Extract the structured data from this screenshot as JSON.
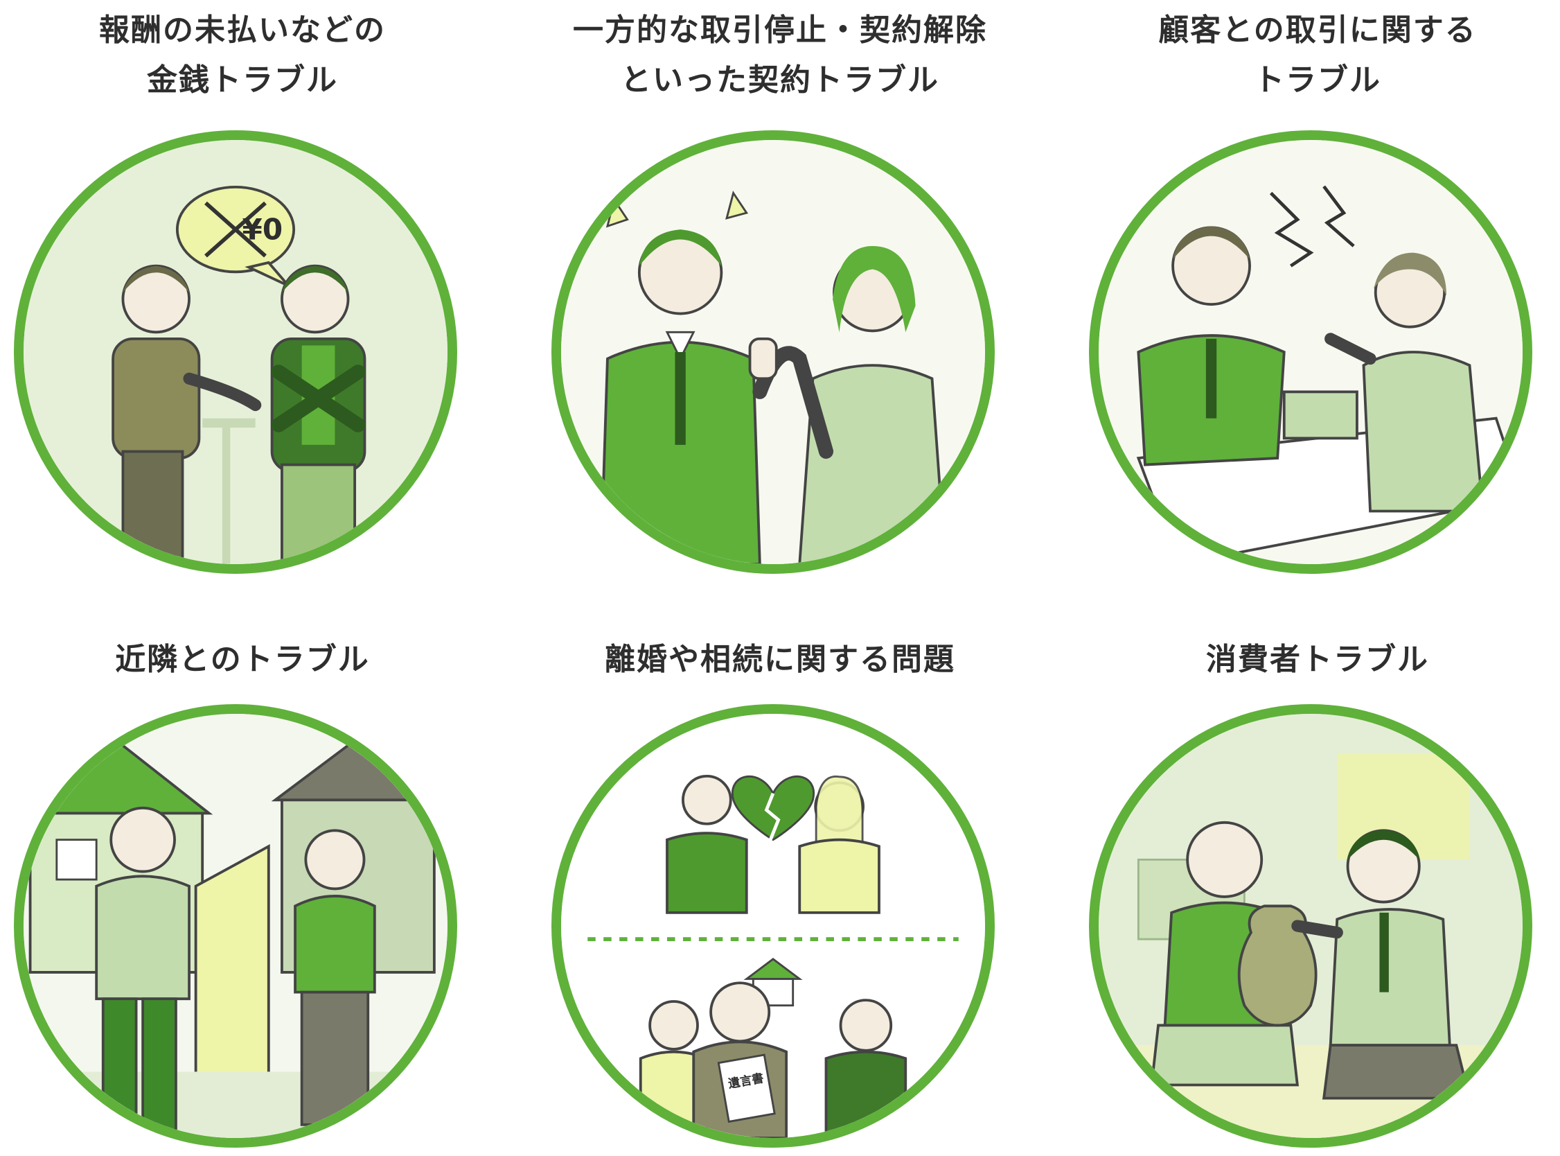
{
  "items": [
    {
      "title_lines": [
        "報酬の未払いなどの",
        "金銭トラブル"
      ],
      "badge": "¥0",
      "icon": "unpaid-fee-illustration"
    },
    {
      "title_lines": [
        "一方的な取引停止・契約解除",
        "といった契約トラブル"
      ],
      "icon": "contract-termination-illustration"
    },
    {
      "title_lines": [
        "顧客との取引に関する",
        "トラブル"
      ],
      "icon": "customer-dispute-illustration"
    },
    {
      "title_lines": [
        "近隣とのトラブル"
      ],
      "icon": "neighbor-dispute-illustration"
    },
    {
      "title_lines": [
        "離婚や相続に関する問題"
      ],
      "document_label": "遺言書",
      "icon": "divorce-inheritance-illustration"
    },
    {
      "title_lines": [
        "消費者トラブル"
      ],
      "icon": "consumer-trouble-illustration"
    }
  ],
  "colors": {
    "ring": "#5fb13a",
    "accent": "#4e9a2e",
    "light": "#d9ebc4",
    "yellow": "#eef4a8"
  }
}
